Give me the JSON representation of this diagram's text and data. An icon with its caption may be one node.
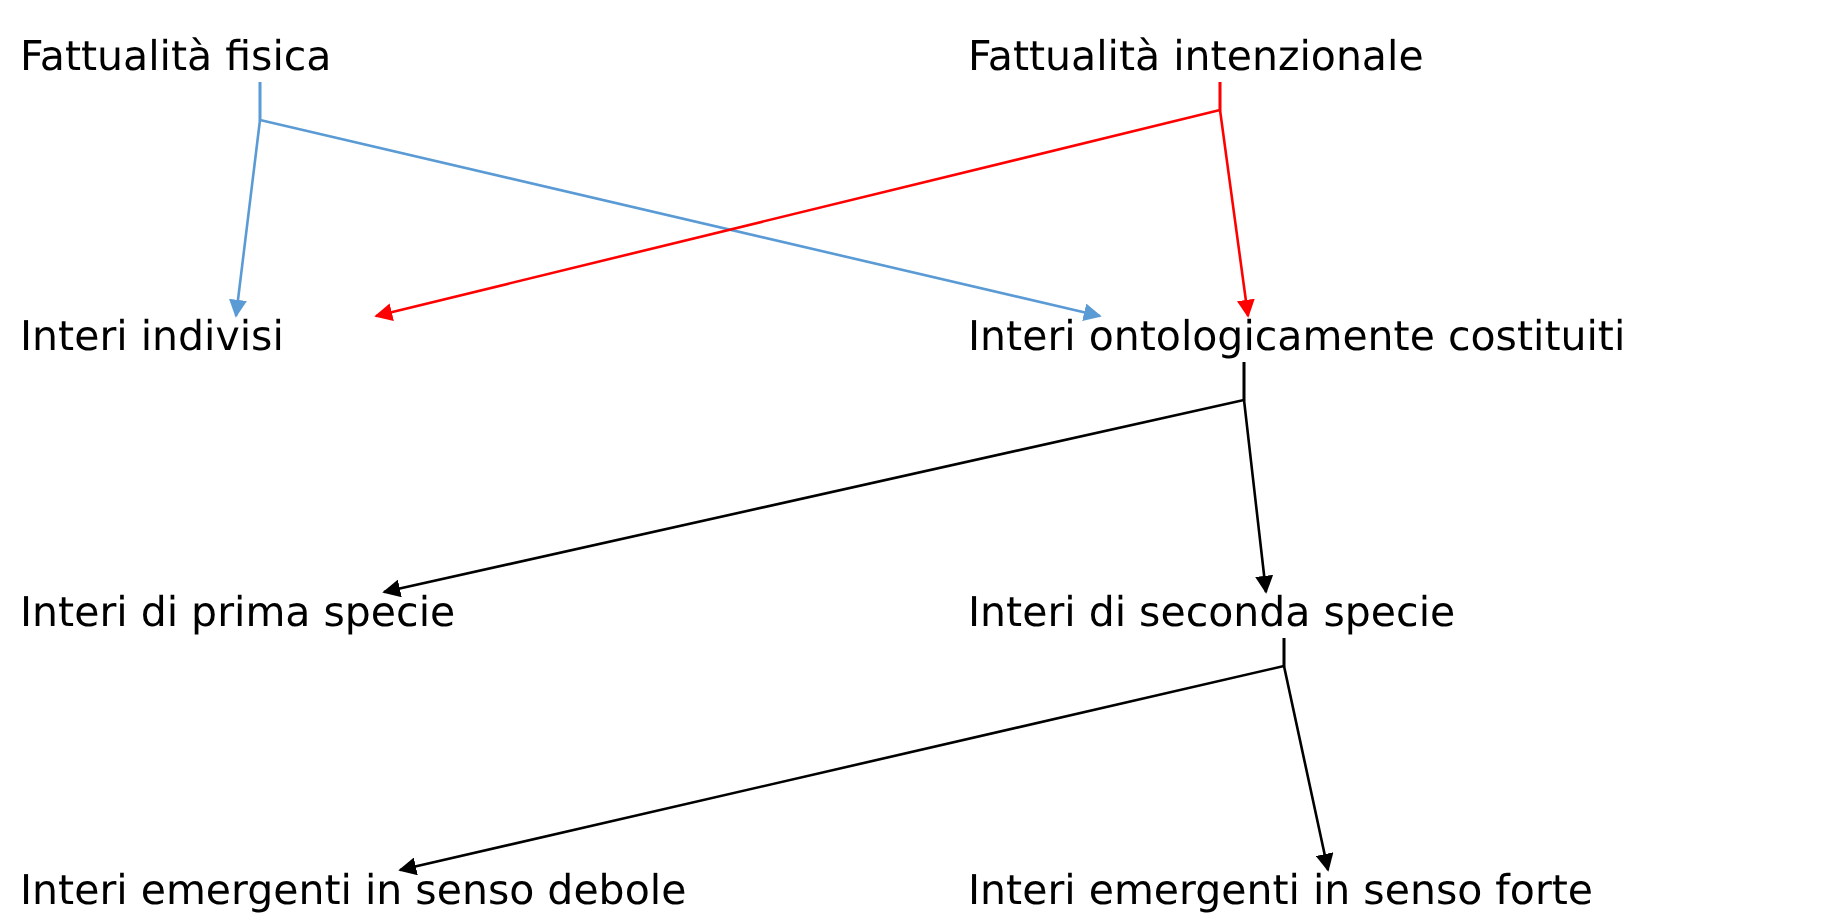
{
  "diagram": {
    "nodes": [
      {
        "text": [
          "Fattualità fisica"
        ]
      },
      {
        "text": [
          "Fattualità intenzionale"
        ]
      },
      {
        "text": [
          "Interi indivisi"
        ]
      },
      {
        "text": [
          "Interi ontologicamente costituiti"
        ]
      },
      {
        "text": [
          "Interi di prima specie"
        ]
      },
      {
        "text": [
          "Interi di seconda specie"
        ]
      },
      {
        "text": [
          "Interi emergenti in senso debole"
        ]
      },
      {
        "text": [
          "Interi emergenti in senso forte"
        ]
      }
    ],
    "edges": [
      {
        "from": 0,
        "to": 2,
        "arrow": "to",
        "color": "#5b9bd5"
      },
      {
        "from": 0,
        "to": 3,
        "arrow": "to",
        "color": "#5b9bd5"
      },
      {
        "from": 1,
        "to": 2,
        "arrow": "to",
        "color": "#ff0000"
      },
      {
        "from": 1,
        "to": 3,
        "arrow": "to",
        "color": "#ff0000"
      },
      {
        "from": 3,
        "to": 4,
        "arrow": "to"
      },
      {
        "from": 3,
        "to": 5,
        "arrow": "to"
      },
      {
        "from": 5,
        "to": 6,
        "arrow": "to"
      },
      {
        "from": 5,
        "to": 7,
        "arrow": "to"
      }
    ]
  }
}
